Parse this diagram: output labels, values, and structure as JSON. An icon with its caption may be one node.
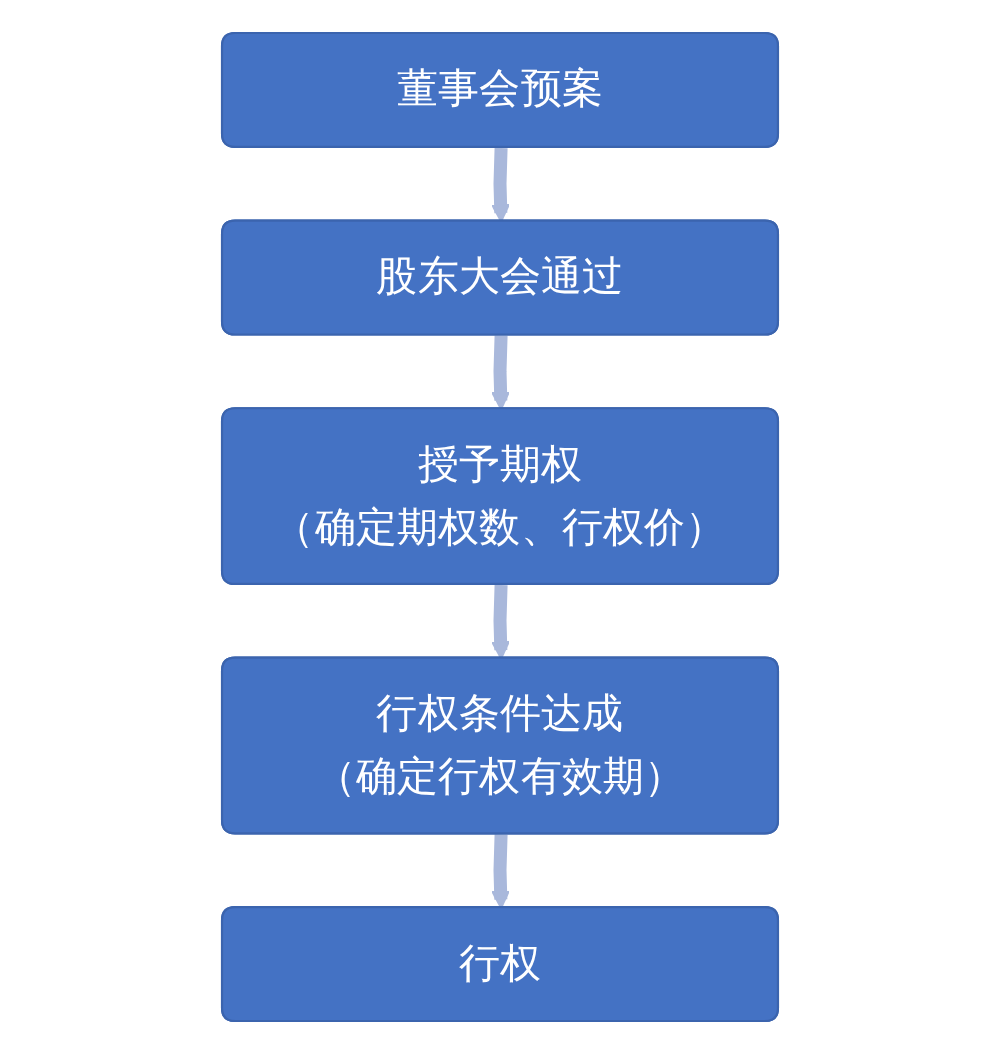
{
  "diagram": {
    "nodes": [
      {
        "text": [
          "董事会预案"
        ]
      },
      {
        "text": [
          "股东大会通过"
        ]
      },
      {
        "text": [
          "授予期权",
          "（确定期权数、行权价）"
        ]
      },
      {
        "text": [
          "行权条件达成",
          "（确定行权有效期）"
        ]
      },
      {
        "text": [
          "行权"
        ]
      }
    ],
    "edges": [
      {
        "from": 0,
        "to": 1,
        "arrow": "to"
      },
      {
        "from": 1,
        "to": 2,
        "arrow": "to"
      },
      {
        "from": 2,
        "to": 3,
        "arrow": "to"
      },
      {
        "from": 3,
        "to": 4,
        "arrow": "to"
      }
    ]
  }
}
